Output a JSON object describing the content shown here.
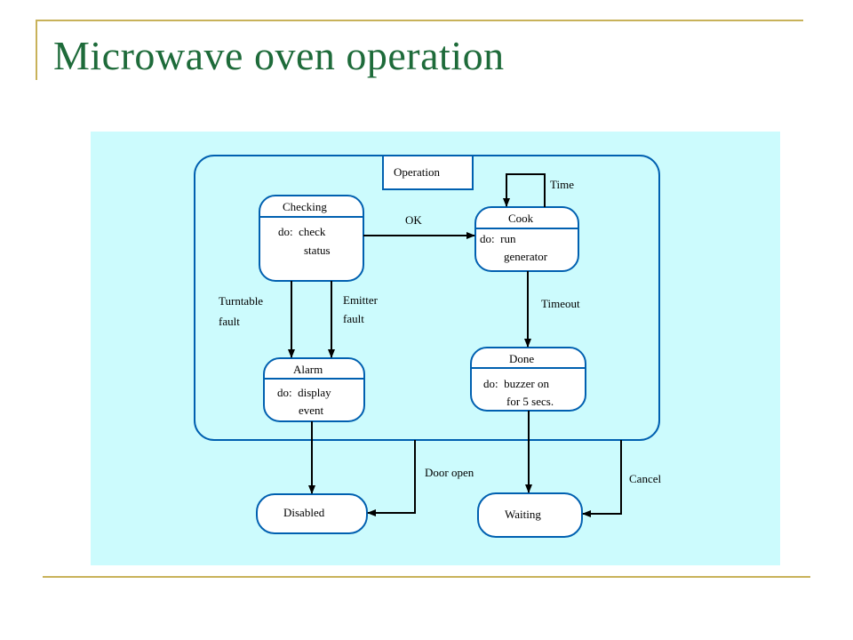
{
  "slide": {
    "title": "Microwave oven operation",
    "colors": {
      "title": "#1e6b3a",
      "frame": "#c8b25a",
      "panel": "#ccfbfd",
      "stroke": "#0060b0",
      "box_fill": "#ffffff"
    }
  },
  "diagram": {
    "superstate": {
      "label": "Operation"
    },
    "states": {
      "checking": {
        "name": "Checking",
        "activity": [
          "do:  check",
          "status"
        ]
      },
      "cook": {
        "name": "Cook",
        "activity": [
          "do:  run",
          "generator"
        ]
      },
      "alarm": {
        "name": "Alarm",
        "activity": [
          "do:  display",
          "event"
        ]
      },
      "done": {
        "name": "Done",
        "activity": [
          "do:  buzzer on",
          "for 5 secs."
        ]
      },
      "disabled": {
        "name": "Disabled"
      },
      "waiting": {
        "name": "Waiting"
      }
    },
    "transitions": {
      "ok": "OK",
      "time": "Time",
      "timeout": "Timeout",
      "turntable_fault": [
        "Turntable",
        "fault"
      ],
      "emitter_fault": [
        "Emitter",
        "fault"
      ],
      "door_open": "Door open",
      "cancel": "Cancel"
    }
  }
}
